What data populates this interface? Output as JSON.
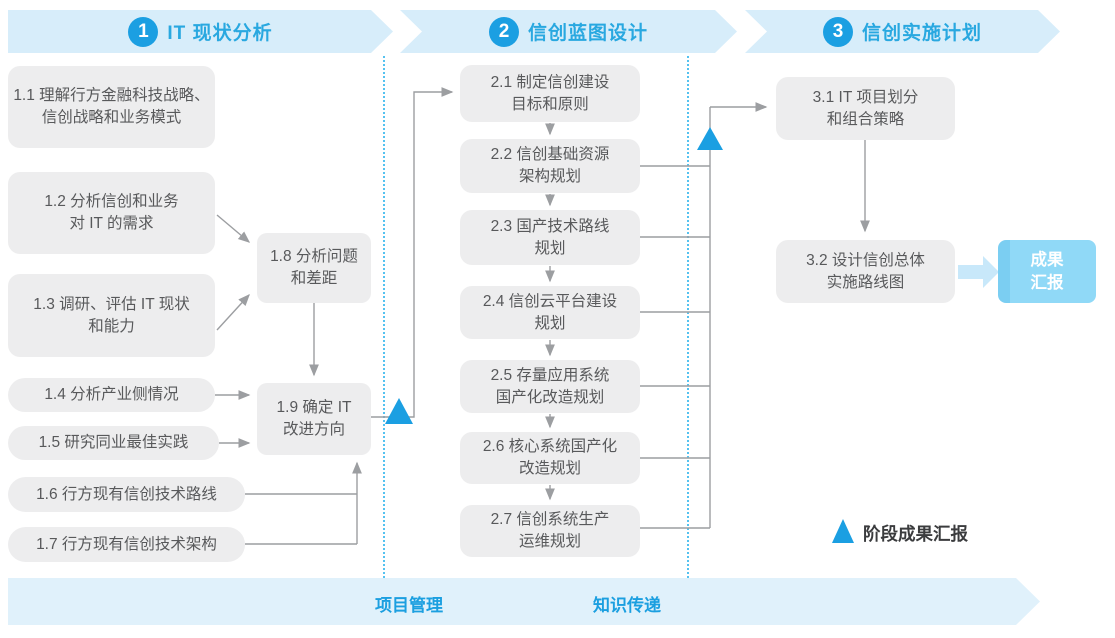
{
  "phases": [
    {
      "number": "1",
      "title": "IT 现状分析"
    },
    {
      "number": "2",
      "title": "信创蓝图设计"
    },
    {
      "number": "3",
      "title": "信创实施计划"
    }
  ],
  "boxes": {
    "b11": {
      "label": "1.1 理解行方金融科技战略、\n信创战略和业务模式"
    },
    "b12": {
      "label": "1.2 分析信创和业务\n对 IT 的需求"
    },
    "b13": {
      "label": "1.3 调研、评估 IT 现状\n和能力"
    },
    "b14": {
      "label": "1.4 分析产业侧情况"
    },
    "b15": {
      "label": "1.5 研究同业最佳实践"
    },
    "b16": {
      "label": "1.6 行方现有信创技术路线"
    },
    "b17": {
      "label": "1.7 行方现有信创技术架构"
    },
    "b18": {
      "label": "1.8 分析问题\n和差距"
    },
    "b19": {
      "label": "1.9 确定 IT\n改进方向"
    },
    "b21": {
      "label": "2.1 制定信创建设\n目标和原则"
    },
    "b22": {
      "label": "2.2 信创基础资源\n架构规划"
    },
    "b23": {
      "label": "2.3 国产技术路线\n规划"
    },
    "b24": {
      "label": "2.4 信创云平台建设\n规划"
    },
    "b25": {
      "label": "2.5 存量应用系统\n国产化改造规划"
    },
    "b26": {
      "label": "2.6 核心系统国产化\n改造规划"
    },
    "b27": {
      "label": "2.7 信创系统生产\n运维规划"
    },
    "b31": {
      "label": "3.1 IT 项目划分\n和组合策略"
    },
    "b32": {
      "label": "3.2 设计信创总体\n实施路线图"
    }
  },
  "outcome": {
    "label": "成果\n汇报"
  },
  "legend": {
    "milestone": "阶段成果汇报"
  },
  "footer": {
    "project_mgmt": "项目管理",
    "knowledge": "知识传递"
  },
  "colors": {
    "accent_blue": "#1B9FE2",
    "band_bg": "#D7EDFA",
    "footer_bg": "#E0F1FB",
    "box_bg": "#EDEDEE",
    "box_text": "#58595B",
    "line_gray": "#9C9EA1",
    "outcome_bg": "#90D9F7",
    "dotted_line": "#55C2F0"
  }
}
